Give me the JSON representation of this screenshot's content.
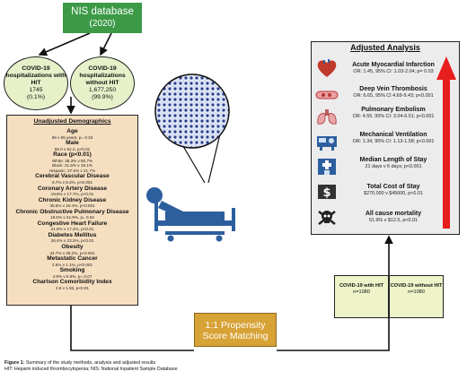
{
  "nis": {
    "title": "NIS database",
    "year": "(2020)"
  },
  "with_hit": {
    "title": "COVID-19 hospitalizations with HIT",
    "count": "1745",
    "pct": "(0.1%)"
  },
  "without_hit": {
    "title": "COVID-19 hospitalizations without HIT",
    "count": "1,677,250",
    "pct": "(99.9%)"
  },
  "demographics": {
    "title": "Unadjusted Demographics",
    "items": [
      {
        "label": "Age",
        "values": [
          "66 v 65 years, p= 0.34"
        ]
      },
      {
        "label": "Male",
        "values": [
          "65.0 v 52.0, p<0.01"
        ]
      },
      {
        "label": "Race (p<0.01)",
        "values": [
          "White: 38.3% v 50.7%",
          "Black: 21.6% v 19.1%",
          "Hispanic: 27.5% v 21.7%"
        ]
      },
      {
        "label": "Cerebral Vascular Disease",
        "values": [
          "9.7% v 8.2%, p<0.001"
        ]
      },
      {
        "label": "Coronary Artery Disease",
        "values": [
          "19.5% v 17.7%, p<0.01"
        ]
      },
      {
        "label": "Chronic Kidney Disease",
        "values": [
          "35.5% v 20.4%, p<0.001"
        ]
      },
      {
        "label": "Chronic Obstructive Pulmonary Disease",
        "values": [
          "19.5% v 21.9%, p= 0.02"
        ]
      },
      {
        "label": "Congestive Heart Failure",
        "values": [
          "21.8% v 17.4%, p<0.01"
        ]
      },
      {
        "label": "Diabetes Mellitus",
        "values": [
          "26.4% v 23.2%, p<0.01"
        ]
      },
      {
        "label": "Obesity",
        "values": [
          "34.7% v 28.2%, p<0.001"
        ]
      },
      {
        "label": "Metastatic Cancer",
        "values": [
          "2.6% v 1.1%, p<0.001"
        ]
      },
      {
        "label": "Smoking",
        "values": [
          "4.9% v 5.9%, p= 0.07"
        ]
      },
      {
        "label": "Charlson Comorbidity Index",
        "values": [
          "2.8 v 1.93, p<0.01"
        ]
      }
    ]
  },
  "adjusted": {
    "title": "Adjusted Analysis",
    "outcomes": [
      {
        "label": "Acute Myocardial Infarction",
        "value": "OR: 1.45, 95% CI: 1.03-2.04; p= 0.03",
        "icon": "heart-icon"
      },
      {
        "label": "Deep Vein Thrombosis",
        "value": "OR: 6.65, 95% CI 4.69-9.43; p<0.001",
        "icon": "vein-icon"
      },
      {
        "label": "Pulmonary Embolism",
        "value": "OR: 4.55, 95% CI: 3.04-6.51; p<0.001",
        "icon": "lungs-icon"
      },
      {
        "label": "Mechanical Ventilation",
        "value": "OR: 1.34, 95% CI: 1.13-1.58; p<0.001",
        "icon": "ventilator-icon"
      },
      {
        "label": "Median Length of Stay",
        "value": "21 days v 6 days; p<0.001",
        "icon": "hospital-icon"
      },
      {
        "label": "Total Cost of Stay",
        "value": "$270,000 v $45600, p<0.01",
        "icon": "dollar-icon"
      },
      {
        "label": "All cause mortality",
        "value": "51.9% v $12.5, p<0.01",
        "icon": "skull-icon"
      }
    ],
    "arrow_color": "#e81d1d"
  },
  "psm": {
    "label": "1:1 Propensity Score Matching"
  },
  "groups": [
    {
      "title": "COVID-19 with HIT",
      "n": "n=1080"
    },
    {
      "title": "COVID-19 without HIT",
      "n": "n=1080"
    }
  ],
  "caption": {
    "line1_bold": "Figure 1:",
    "line1": " Summary of the study methods, analysis and adjusted results",
    "line2": "HIT: Heparin induced thrombocytopenia; NIS: National Inpatient Sample Database"
  },
  "colors": {
    "nis_green": "#3c9a47",
    "oval_fill": "#e6f0c9",
    "demo_fill": "#f6dfc0",
    "psm_gold": "#d7a236",
    "bed_blue": "#2d5f9e"
  }
}
